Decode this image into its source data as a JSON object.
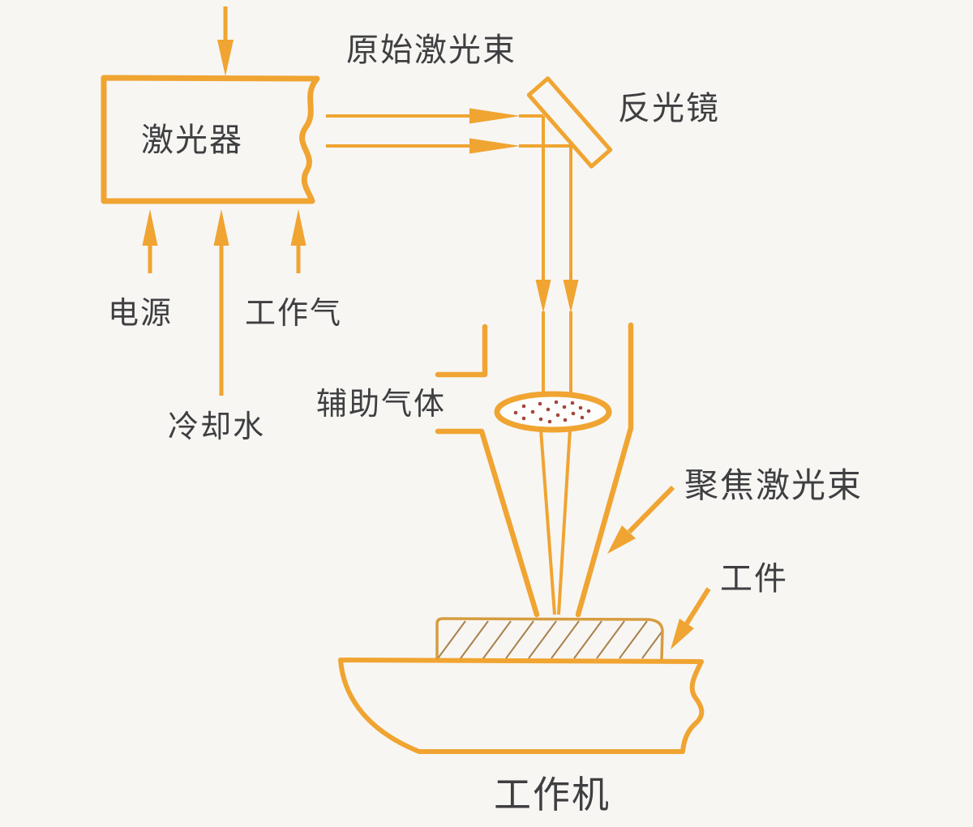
{
  "diagram": {
    "type": "laser-cutting-machine-schematic",
    "labels": {
      "laser": "激光器",
      "original_beam": "原始激光束",
      "mirror": "反光镜",
      "power": "电源",
      "working_gas": "工作气",
      "cooling_water": "冷却水",
      "assist_gas": "辅助气体",
      "focused_beam": "聚焦激光束",
      "workpiece": "工件",
      "machine": "工作机"
    },
    "colors": {
      "outline_orange": "#F0A431",
      "text_gray": "#3F3F42",
      "lens_dots_red": "#A3463A",
      "hatch_brown": "#A9814A",
      "workpiece_outline": "#D79C3F",
      "background": "#F7F6F3"
    }
  }
}
